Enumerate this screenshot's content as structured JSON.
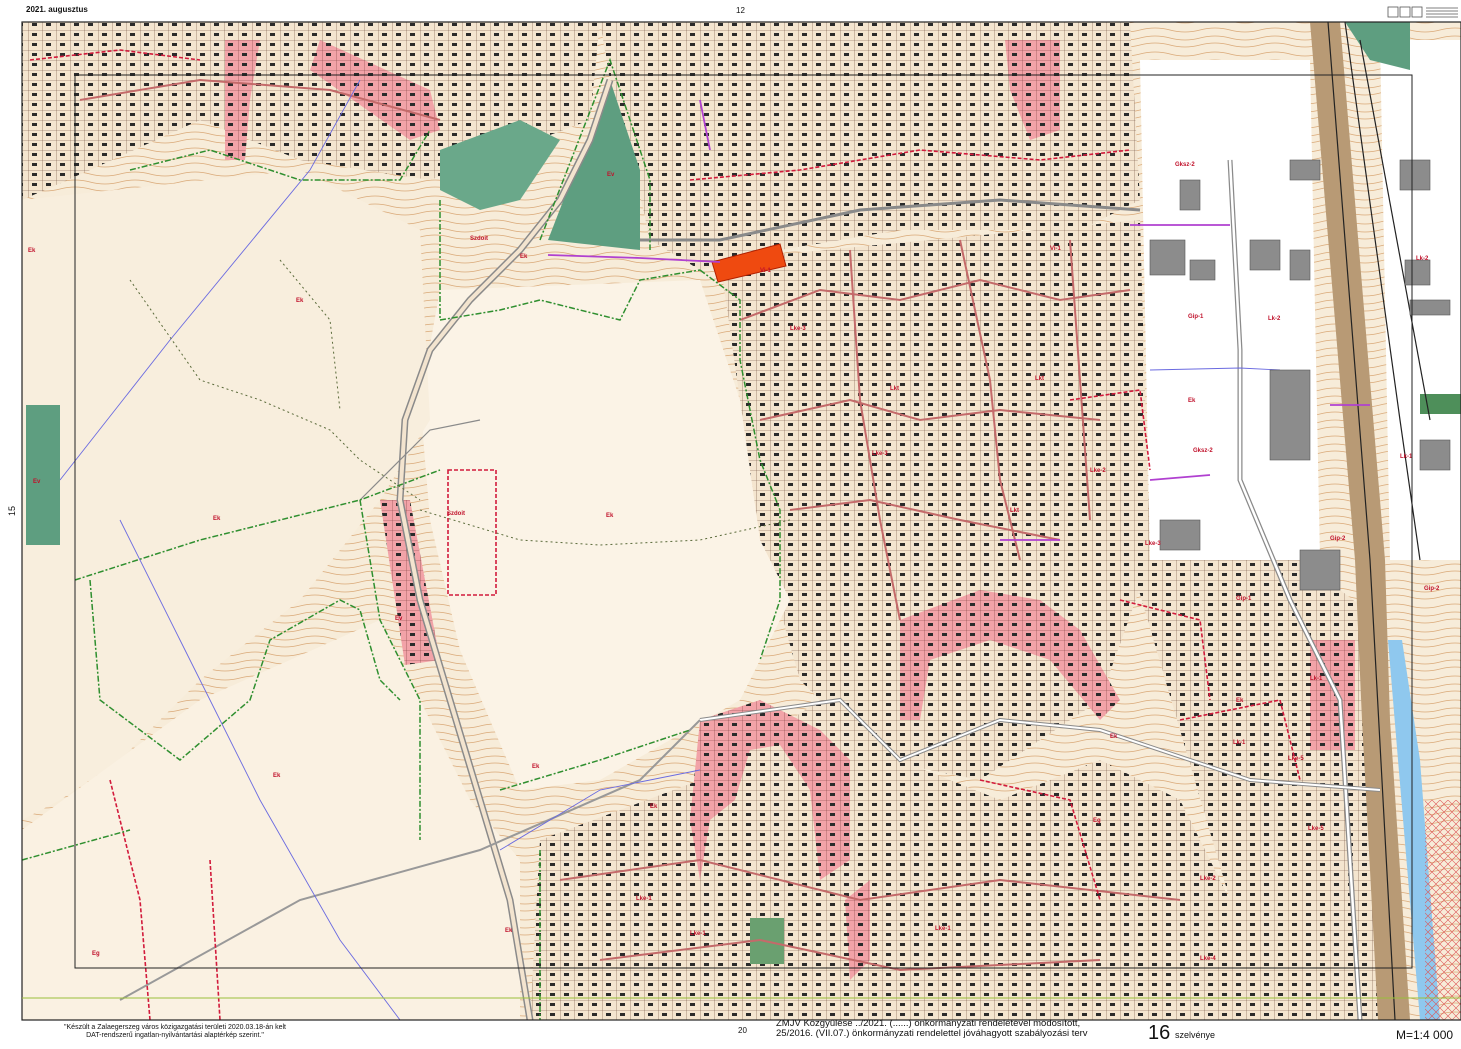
{
  "header": {
    "date": "2021. augusztus",
    "top_section_number": "12"
  },
  "frame": {
    "left_section_number": "15",
    "bottom_section_number": "20"
  },
  "footer": {
    "credits_line1": "\"Készült a Zalaegerszeg város közigazgatási területi 2020.03.18-án kelt",
    "credits_line2": "DAT-rendszerű ingatlan-nyilvántartási alaptérkép szerint.\"",
    "decree_line1": "ZMJV Közgyűlése ../2021. (......) önkormányzati rendeletével módosított,",
    "decree_line2": "25/2016. (VII.07.) önkormányzati rendelettel jóváhagyott szabályozási terv",
    "sheet_number": "16",
    "sheet_word": "szelvénye",
    "scale": "M=1:4 000"
  },
  "colors": {
    "terrain": "#f7ecd9",
    "contour": "#d9a877",
    "built_zone": "#f2a3a8",
    "zone_boundary": "#d21b3c",
    "forest": "#5e9e80",
    "green_boundary": "#2f8f2f",
    "highlight": "#ef4a10",
    "water": "#8fc8ee",
    "rail": "#b89a75",
    "road": "#8a8a8a",
    "building": "#8c8c8c",
    "purple_line": "#b040d0",
    "blue_line": "#6a6ae0"
  },
  "map_labels": [
    {
      "text": "Ek"
    },
    {
      "text": "Ek"
    },
    {
      "text": "Ek"
    },
    {
      "text": "Ek"
    },
    {
      "text": "Ek"
    },
    {
      "text": "Ek"
    },
    {
      "text": "Ek"
    },
    {
      "text": "Ek"
    },
    {
      "text": "Ek"
    },
    {
      "text": "Ek"
    },
    {
      "text": "Ek"
    },
    {
      "text": "Ek"
    },
    {
      "text": "Eg"
    },
    {
      "text": "Eg"
    },
    {
      "text": "Szdoit"
    },
    {
      "text": "Szdoit"
    },
    {
      "text": "Lke-3"
    },
    {
      "text": "Lke-3"
    },
    {
      "text": "Lke-3"
    },
    {
      "text": "Lke-1"
    },
    {
      "text": "Lke-1"
    },
    {
      "text": "Lke-1"
    },
    {
      "text": "Lke-5"
    },
    {
      "text": "Lke-5"
    },
    {
      "text": "Lke-4"
    },
    {
      "text": "Gksz-2"
    },
    {
      "text": "Gksz-2"
    },
    {
      "text": "Gip-1"
    },
    {
      "text": "Gip-1"
    },
    {
      "text": "Gip-2"
    },
    {
      "text": "Gip-2"
    },
    {
      "text": "Lk-2"
    },
    {
      "text": "Lk-2"
    },
    {
      "text": "Lk-1"
    },
    {
      "text": "Lk-1"
    },
    {
      "text": "Lk-1"
    },
    {
      "text": "Vi-1"
    },
    {
      "text": "Vi-1"
    },
    {
      "text": "Lkt"
    },
    {
      "text": "Lkt"
    },
    {
      "text": "Lkt"
    },
    {
      "text": "Ev"
    },
    {
      "text": "Ev"
    },
    {
      "text": "Ev"
    },
    {
      "text": "Lke-2"
    },
    {
      "text": "Lke-2"
    }
  ]
}
